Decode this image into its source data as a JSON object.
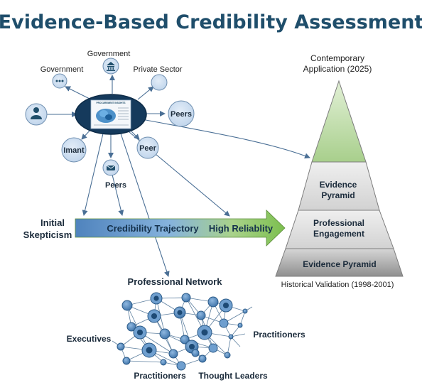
{
  "title": "Evidence-Based Credibility Assessment",
  "hub": {
    "screen_heading": "PROCUREMENT INSIGHTS",
    "nodes": {
      "government_top": "Government",
      "government_left": "Government",
      "private_sector": "Private Sector",
      "peers_right": "Peers",
      "imant": "Imant",
      "peer": "Peer",
      "peers_bottom": "Peers"
    }
  },
  "trajectory": {
    "start_label_line1": "Initial",
    "start_label_line2": "Skepticism",
    "bar_label": "Credibility Trajectory",
    "end_label": "High Reliablity"
  },
  "pyramid": {
    "top_label_line1": "Contemporary",
    "top_label_line2": "Application (2025)",
    "tier2_line1": "Evidence",
    "tier2_line2": "Pyramid",
    "tier3_line1": "Professional",
    "tier3_line2": "Engagement",
    "tier4": "Evidence Pyramid",
    "caption": "Historical Validation (1998-2001)"
  },
  "network": {
    "title": "Professional Network",
    "labels": {
      "executives": "Executives",
      "practitioners_right": "Practitioners",
      "practitioners_bottom": "Practitioners",
      "thought_leaders": "Thought Leaders"
    }
  },
  "colors": {
    "title": "#1f4e6b",
    "node_fill": "#cfdeef",
    "node_stroke": "#6f8fb0",
    "arrow_blue": "#4a7fb5",
    "arrow_green": "#86c25a",
    "pyramid_top": "#b7d6a2",
    "pyramid_mid": "#e3e3e3",
    "pyramid_bottom": "#9a9a9a"
  }
}
